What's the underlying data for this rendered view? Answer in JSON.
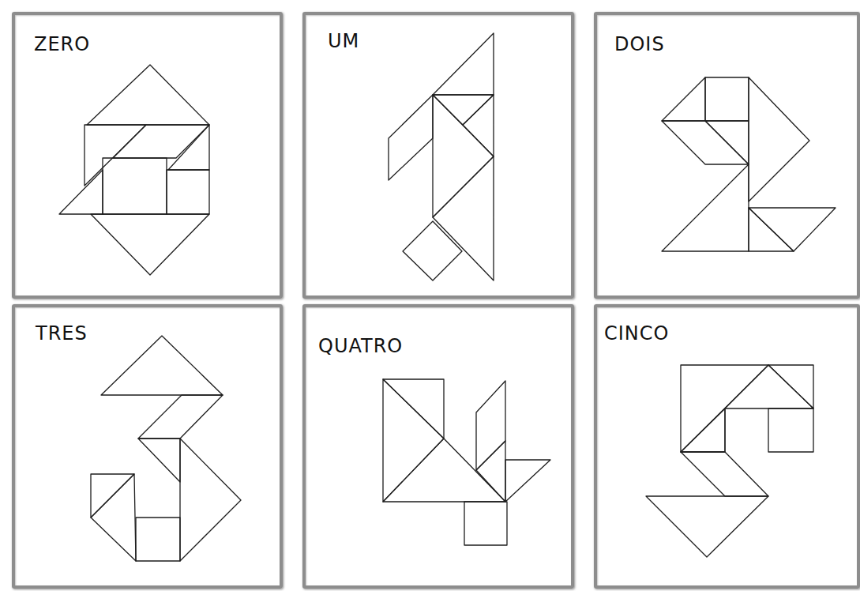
{
  "diagram": {
    "nodes": [
      {
        "text": [
          "ZERO"
        ]
      },
      {
        "text": [
          "UM"
        ]
      },
      {
        "text": [
          "DOIS"
        ]
      },
      {
        "text": [
          "TRES"
        ]
      },
      {
        "text": [
          "QUATRO"
        ]
      },
      {
        "text": [
          "CINCO"
        ]
      }
    ]
  }
}
